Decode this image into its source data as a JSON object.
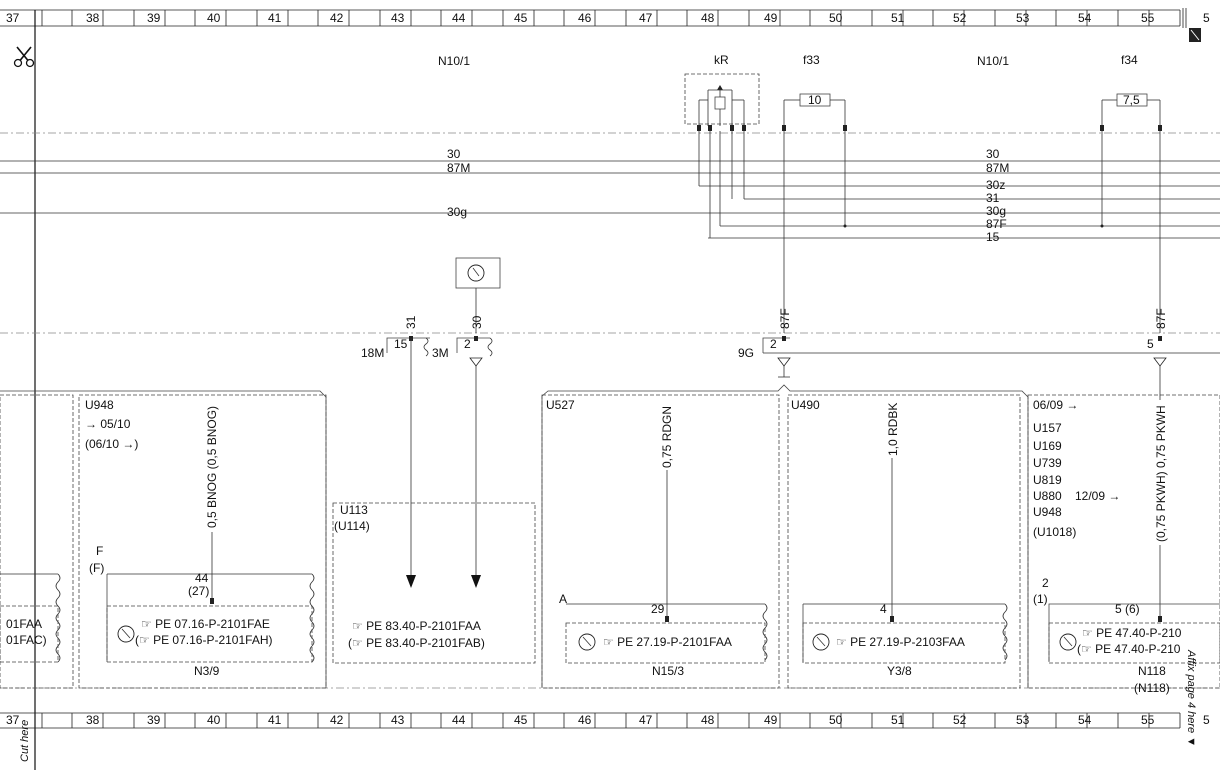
{
  "ruler": {
    "numbers": [
      "37",
      "38",
      "39",
      "40",
      "41",
      "42",
      "43",
      "44",
      "45",
      "46",
      "47",
      "48",
      "49",
      "50",
      "51",
      "52",
      "53",
      "54",
      "55",
      "5"
    ]
  },
  "header": {
    "n10_left": "N10/1",
    "n10_right": "N10/1",
    "kR": "kR",
    "f33": "f33",
    "f34": "f34",
    "fuse_f33": "10",
    "fuse_f34": "7,5"
  },
  "bus": {
    "left": [
      "30",
      "87M",
      "30g"
    ],
    "right": [
      "30",
      "87M",
      "30z",
      "31",
      "30g",
      "87F",
      "15"
    ]
  },
  "pins": {
    "p31": "31",
    "p30": "30",
    "p87F_a": "87F",
    "p87F_b": "87F",
    "c18M": "18M",
    "c15": "15",
    "c3M": "3M",
    "c2a": "2",
    "c9G": "9G",
    "c2b": "2",
    "c5": "5"
  },
  "modules": {
    "u948": "U948",
    "u948_date1": "→ 05/10",
    "u948_date2": "(06/10 →)",
    "wire_bnog": "0,5 BNOG (0,5 BNOG)",
    "f_label": "F",
    "f_label2": "(F)",
    "pin44": "44",
    "pin27": "(27)",
    "n3_ref1": "PE 07.16-P-2101FAE",
    "n3_ref2": "PE 07.16-P-2101FAH)",
    "n3_name": "N3/9",
    "left_ref1": "01FAA",
    "left_ref2": "01FAC)",
    "u113": "U113",
    "u114": "(U114)",
    "n83_ref1": "PE 83.40-P-2101FAA",
    "n83_ref2": "PE 83.40-P-2101FAB)",
    "u527": "U527",
    "wire_rdgn": "0,75 RDGN",
    "a_label": "A",
    "pin29": "29",
    "n15_ref": "PE 27.19-P-2101FAA",
    "n15_name": "N15/3",
    "u490": "U490",
    "wire_rdbk": "1,0 RDBK",
    "pin4": "4",
    "y3_ref": "PE 27.19-P-2103FAA",
    "y3_name": "Y3/8",
    "date_0609": "06/09 →",
    "u_list": [
      "U157",
      "U169",
      "U739",
      "U819",
      "U880",
      "U948",
      "(U1018)"
    ],
    "u880_date": "12/09 →",
    "wire_pkwh": "(0,75 PKWH) 0,75 PKWH",
    "pin2": "2",
    "pin1": "(1)",
    "pin56": "5 (6)",
    "n118_ref1": "PE 47.40-P-210",
    "n118_ref2": "PE 47.40-P-210",
    "n118_name": "N118",
    "n118_name2": "(N118)"
  },
  "footer": {
    "cut_here": "Cut here",
    "affix": "Affix page 4 here ▼"
  }
}
